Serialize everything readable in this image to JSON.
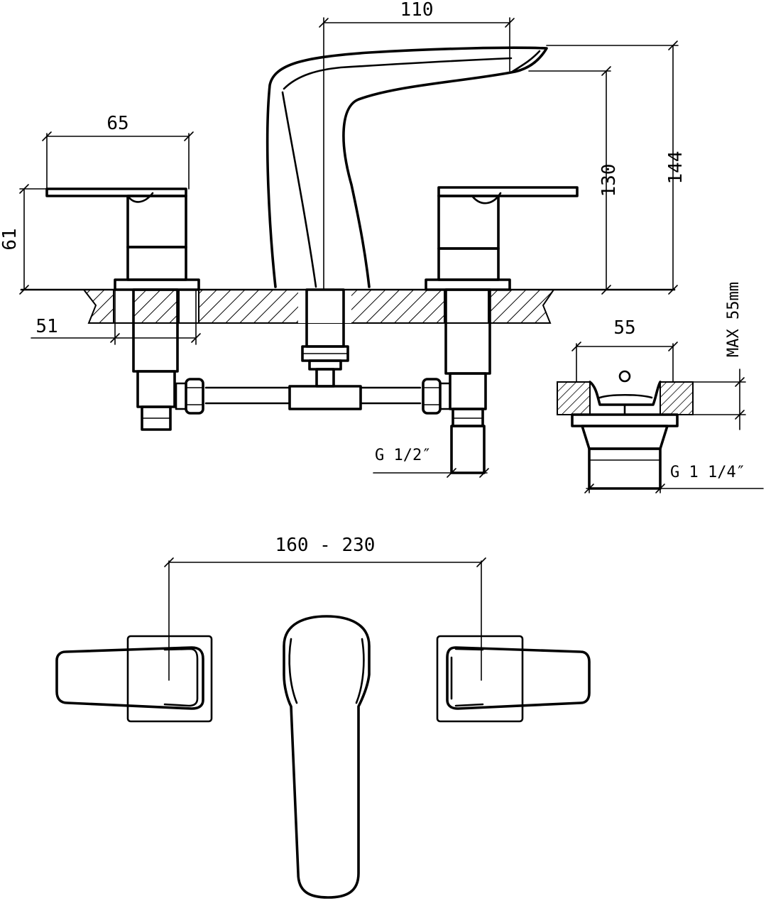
{
  "dimensions": {
    "spout_reach": "110",
    "handle_length": "65",
    "handle_height": "61",
    "base_width": "51",
    "spout_outlet_height": "130",
    "overall_height": "144",
    "drain_width": "55",
    "max_thickness": "MAX 55mm",
    "supply_thread": "G 1/2″",
    "drain_thread": "G 1 1/4″",
    "center_distance": "160 - 230"
  }
}
